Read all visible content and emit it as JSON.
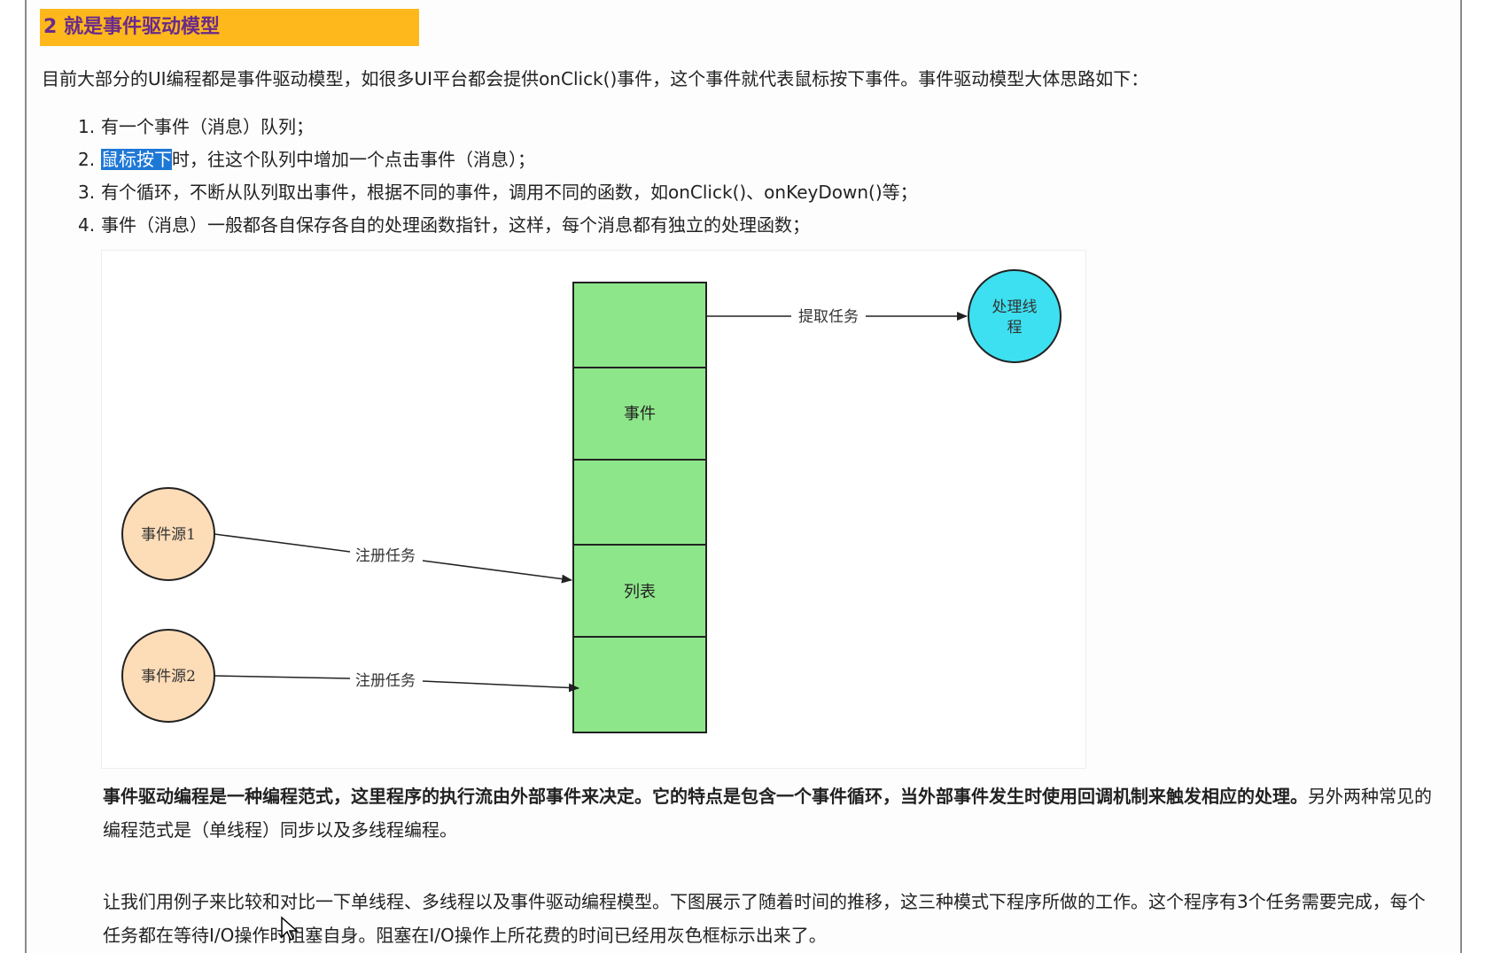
{
  "heading": "2 就是事件驱动模型",
  "intro": "目前大部分的UI编程都是事件驱动模型，如很多UI平台都会提供onClick()事件，这个事件就代表鼠标按下事件。事件驱动模型大体思路如下：",
  "list": [
    {
      "num": "1.",
      "text": "有一个事件（消息）队列；"
    },
    {
      "num": "2.",
      "highlight": "鼠标按下",
      "text": "时，往这个队列中增加一个点击事件（消息）；"
    },
    {
      "num": "3.",
      "text": "有个循环，不断从队列取出事件，根据不同的事件，调用不同的函数，如onClick()、onKeyDown()等；"
    },
    {
      "num": "4.",
      "text": "事件（消息）一般都各自保存各自的处理函数指针，这样，每个消息都有独立的处理函数；"
    }
  ],
  "diagram": {
    "queue_label_1": "事件",
    "queue_label_2": "列表",
    "source1": "事件源1",
    "source2": "事件源2",
    "handler_line1": "处理线",
    "handler_line2": "程",
    "edge_fetch": "提取任务",
    "edge_register1": "注册任务",
    "edge_register2": "注册任务",
    "colors": {
      "queue_fill": "#8ee68a",
      "source_fill": "#fddcb8",
      "handler_fill": "#3de0f0"
    }
  },
  "para1_bold": "事件驱动编程是一种编程范式，这里程序的执行流由外部事件来决定。它的特点是包含一个事件循环，当外部事件发生时使用回调机制来触发相应的处理。",
  "para1_rest": "另外两种常见的编程范式是（单线程）同步以及多线程编程。",
  "para2": "让我们用例子来比较和对比一下单线程、多线程以及事件驱动编程模型。下图展示了随着时间的推移，这三种模式下程序所做的工作。这个程序有3个任务需要完成，每个任务都在等待I/O操作时阻塞自身。阻塞在I/O操作上所花费的时间已经用灰色框标示出来了。"
}
